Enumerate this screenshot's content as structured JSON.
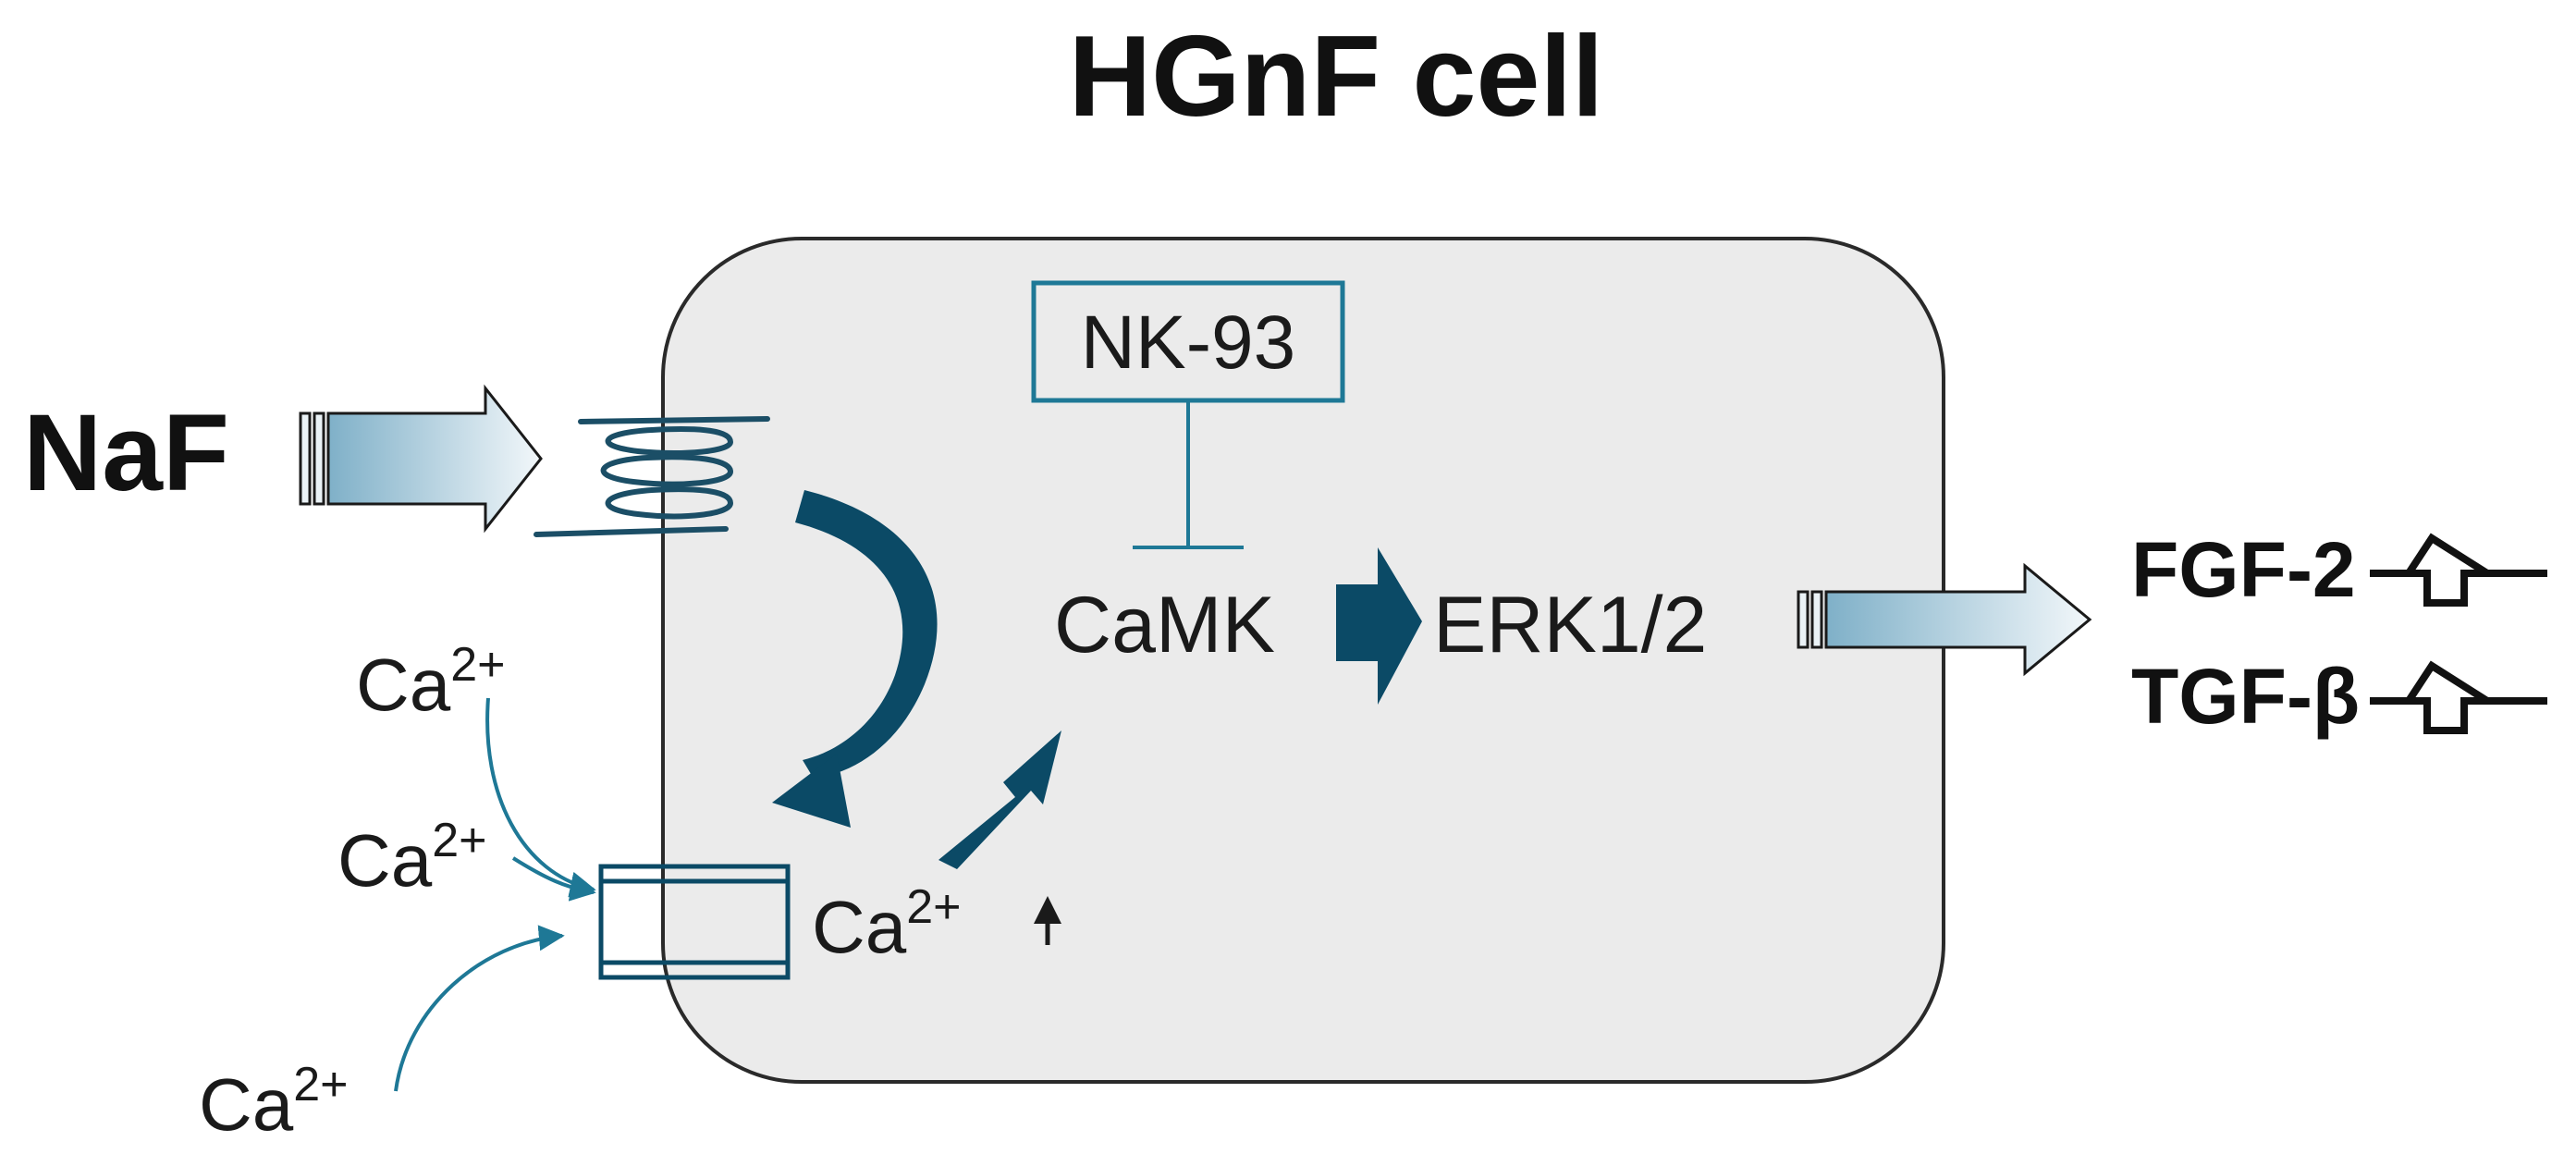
{
  "title": "HGnF cell",
  "stimulus": "NaF",
  "inhibitor": "NK-93",
  "kinase": "CaMK",
  "erk": "ERK1/2",
  "calcium": {
    "base": "Ca",
    "charge": "2+",
    "increase_arrow": "↑"
  },
  "outputs": [
    {
      "label": "FGF-2",
      "trend": "up"
    },
    {
      "label": "TGF-β",
      "trend": "up"
    }
  ],
  "colors": {
    "dark_teal": "#0b4a66",
    "teal_line": "#1e7896",
    "cell_fill": "#ebebeb",
    "cell_stroke": "#2a2a2a",
    "arrow_gradient_start": "#7fb0c8",
    "arrow_gradient_end": "#f2f7fa"
  }
}
